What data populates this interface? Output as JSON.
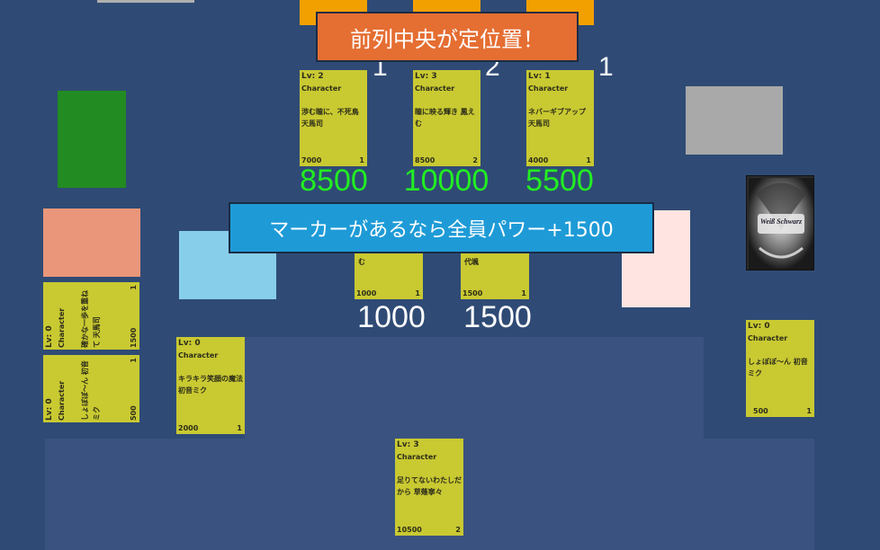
{
  "colors": {
    "background": "#2f4b75",
    "card": "#c9c932",
    "banner_top": "#e56e32",
    "banner_mid": "#1e9bd7",
    "green_power": "#22ee22",
    "white_power": "#ffffff"
  },
  "top_banner": "前列中央が定位置！",
  "mid_banner": "マーカーがあるなら全員パワー+1500",
  "front_row": [
    {
      "lv": "Lv: 2",
      "type": "Character",
      "name": "渉む瞳に、不死鳥 天馬司",
      "power": "7000",
      "soul": "1",
      "slot": "1",
      "display_power": "8500"
    },
    {
      "lv": "Lv: 3",
      "type": "Character",
      "name": "瞳に映る輝き 鳳えむ",
      "power": "8500",
      "soul": "2",
      "slot": "2",
      "display_power": "10000"
    },
    {
      "lv": "Lv: 1",
      "type": "Character",
      "name": "ネバーギブアップ 天馬司",
      "power": "4000",
      "soul": "1",
      "slot": "1",
      "display_power": "5500"
    }
  ],
  "back_row": [
    {
      "name_tail": "む",
      "power": "1000",
      "soul": "1",
      "display_power": "1000"
    },
    {
      "name_tail": "代颯",
      "power": "1500",
      "soul": "1",
      "display_power": "1500"
    }
  ],
  "left_stack": [
    {
      "lv": "Lv: 0",
      "type": "Character",
      "name": "確かな一歩を重ねて 天馬司",
      "power": "1500",
      "soul": "1"
    },
    {
      "lv": "Lv: 0",
      "type": "Character",
      "name": "しょぼぼ〜ん 初音ミク",
      "power": "500",
      "soul": "1"
    }
  ],
  "left_card": {
    "lv": "Lv: 0",
    "type": "Character",
    "name": "キラキラ笑顔の魔法 初音ミク",
    "power": "2000",
    "soul": "1"
  },
  "right_card": {
    "lv": "Lv: 0",
    "type": "Character",
    "name": "しょぼぼ〜ん 初音ミク",
    "power": "500",
    "soul": "1"
  },
  "hand_card": {
    "lv": "Lv: 3",
    "type": "Character",
    "name": "足りてないわたしだから 草薙寧々",
    "power": "10500",
    "soul": "2"
  },
  "deck_logo": "Weiß Schwarz"
}
